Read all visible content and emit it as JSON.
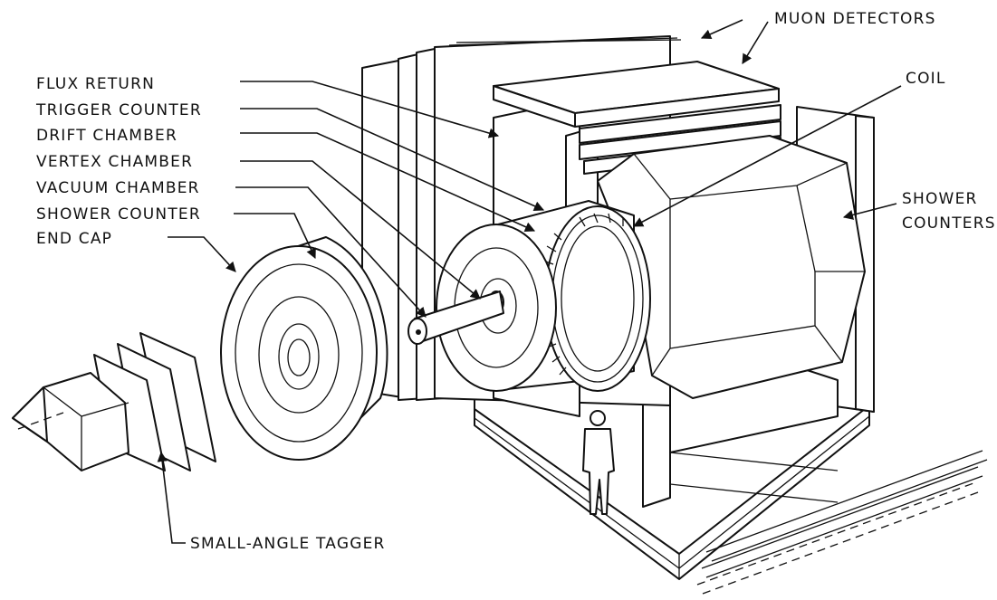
{
  "labels": {
    "muon_detectors": "MUON DETECTORS",
    "coil": "COIL",
    "flux_return": "FLUX RETURN",
    "trigger_counter": "TRIGGER COUNTER",
    "drift_chamber": "DRIFT CHAMBER",
    "vertex_chamber": "VERTEX CHAMBER",
    "vacuum_chamber": "VACUUM CHAMBER",
    "shower_counter": "SHOWER COUNTER",
    "end_cap": "END CAP",
    "shower_counters_line1": "SHOWER",
    "shower_counters_line2": "COUNTERS",
    "small_angle_tagger": "SMALL-ANGLE TAGGER"
  },
  "icons": {
    "figure": "human-silhouette"
  },
  "colors": {
    "ink": "#111111",
    "paper": "#ffffff"
  }
}
